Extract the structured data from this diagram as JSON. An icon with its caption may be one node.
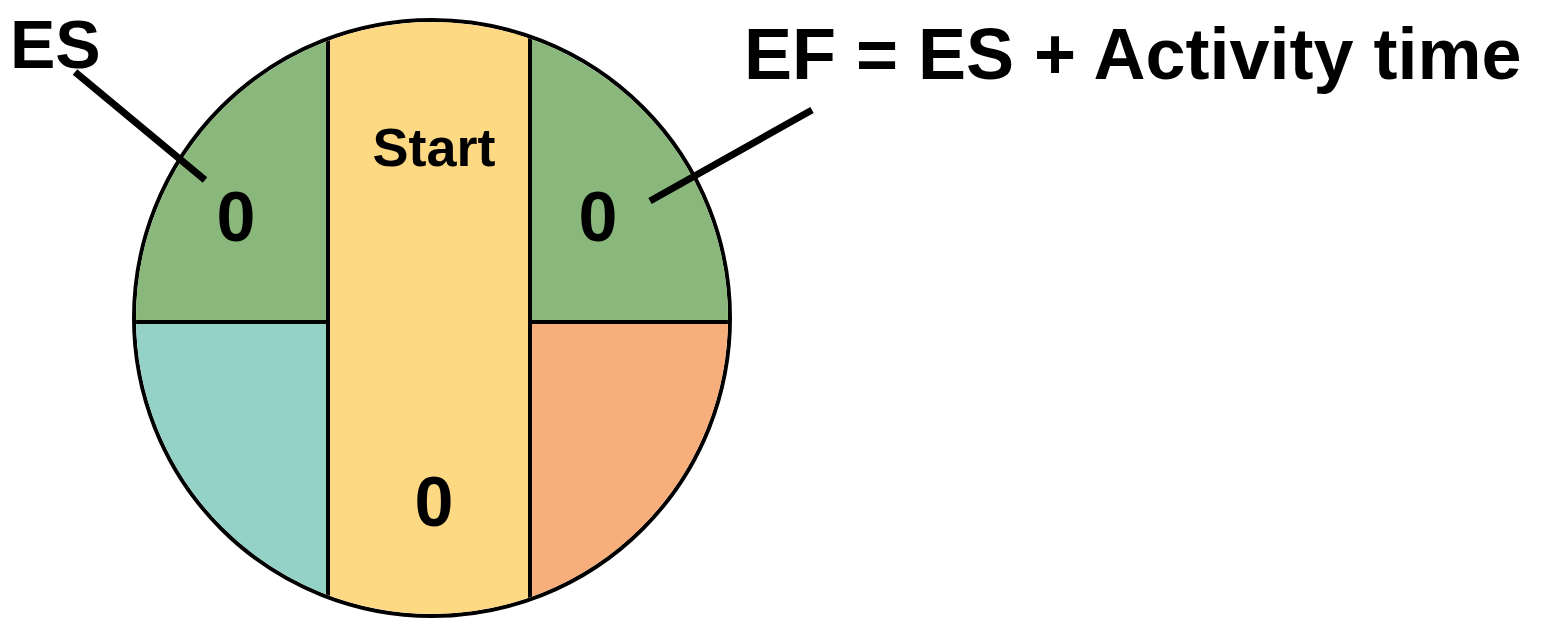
{
  "diagram": {
    "nodes": [
      {
        "text": [],
        "shape": "circle"
      },
      {
        "text": [
          "0"
        ],
        "in": 0
      },
      {
        "text": [
          "Start",
          "0"
        ],
        "in": 0
      },
      {
        "text": [
          "0"
        ],
        "in": 0
      },
      {
        "text": [],
        "shape": "box",
        "in": 0
      },
      {
        "text": [],
        "shape": "box",
        "in": 0
      },
      {
        "text": [
          "ES"
        ]
      },
      {
        "text": [
          "EF = ES + Activity time"
        ]
      }
    ],
    "edges": [
      {
        "from": 6,
        "to": 1,
        "arrow": "none"
      },
      {
        "from": 7,
        "to": 3,
        "arrow": "none"
      }
    ]
  }
}
